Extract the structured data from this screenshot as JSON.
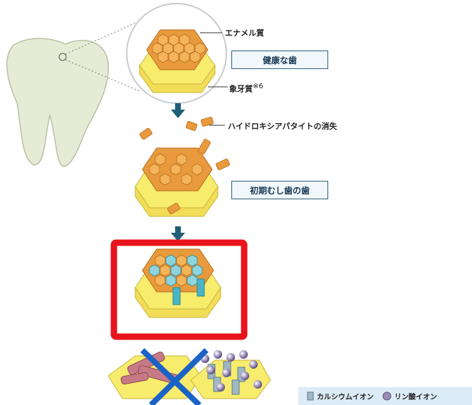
{
  "labels": {
    "enamel": "エナメル質",
    "healthy_tooth": "健康な歯",
    "dentin": "象牙質",
    "dentin_note": "※6",
    "ha_loss": "ハイドロキシアパタイトの消失",
    "early_caries": "初期むし歯の歯"
  },
  "legend": {
    "calcium": "カルシウムイオン",
    "phosphate": "リン酸イオン"
  },
  "colors": {
    "enamel_orange": "#e89a3c",
    "base_yellow": "#f7ec6c",
    "arrow_teal": "#1f5f78",
    "highlight_red": "#e8141c",
    "cross_blue": "#1b63c6",
    "calcium_cyan": "#4ab5c4",
    "phosphate_purple": "#9a8cb4"
  }
}
